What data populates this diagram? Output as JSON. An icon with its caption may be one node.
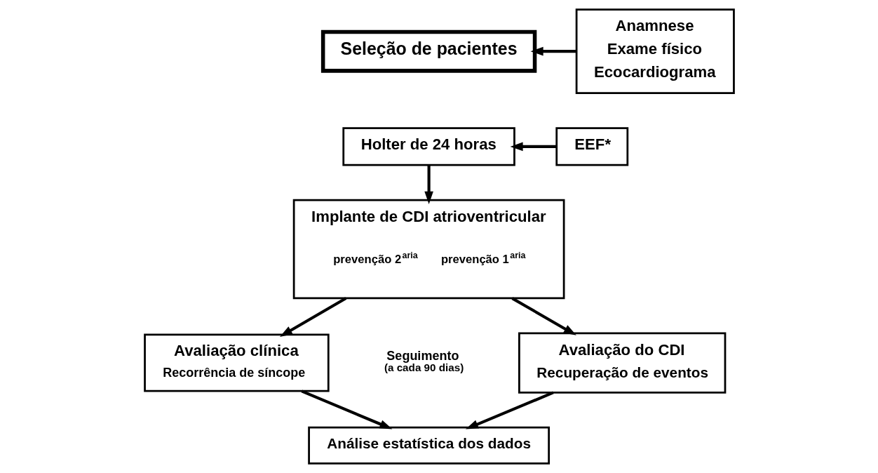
{
  "diagram": {
    "nodes": [
      {
        "text": [
          "Seleção de pacientes"
        ]
      },
      {
        "text": [
          "Anamnese",
          "Exame físico",
          "Ecocardiograma"
        ]
      },
      {
        "text": [
          "Holter de 24 horas"
        ]
      },
      {
        "text": [
          "EEF*"
        ]
      },
      {
        "text": [
          "Implante de CDI atrioventricular",
          "prevenção 2$^{aria}$",
          "prevenção 1$^{aria}$"
        ]
      },
      {
        "text": [
          "Avaliação clínica",
          "Recorrência de síncope"
        ]
      },
      {
        "text": [
          "Avaliação do CDI",
          "Recuperação de eventos"
        ]
      },
      {
        "text": [
          "Análise estatística dos dados"
        ]
      }
    ],
    "edges": [
      {
        "from": 1,
        "to": 0,
        "arrow": "to"
      },
      {
        "from": 3,
        "to": 2,
        "arrow": "to"
      },
      {
        "from": 2,
        "to": 4,
        "arrow": "to"
      },
      {
        "from": 4,
        "to": 5,
        "arrow": "to"
      },
      {
        "from": 4,
        "to": 6,
        "arrow": "to"
      },
      {
        "from": 5,
        "to": 7,
        "arrow": "to"
      },
      {
        "from": 6,
        "to": 7,
        "arrow": "to"
      }
    ],
    "labels": [
      "Seguimento",
      "(a cada 90 dias)"
    ]
  }
}
